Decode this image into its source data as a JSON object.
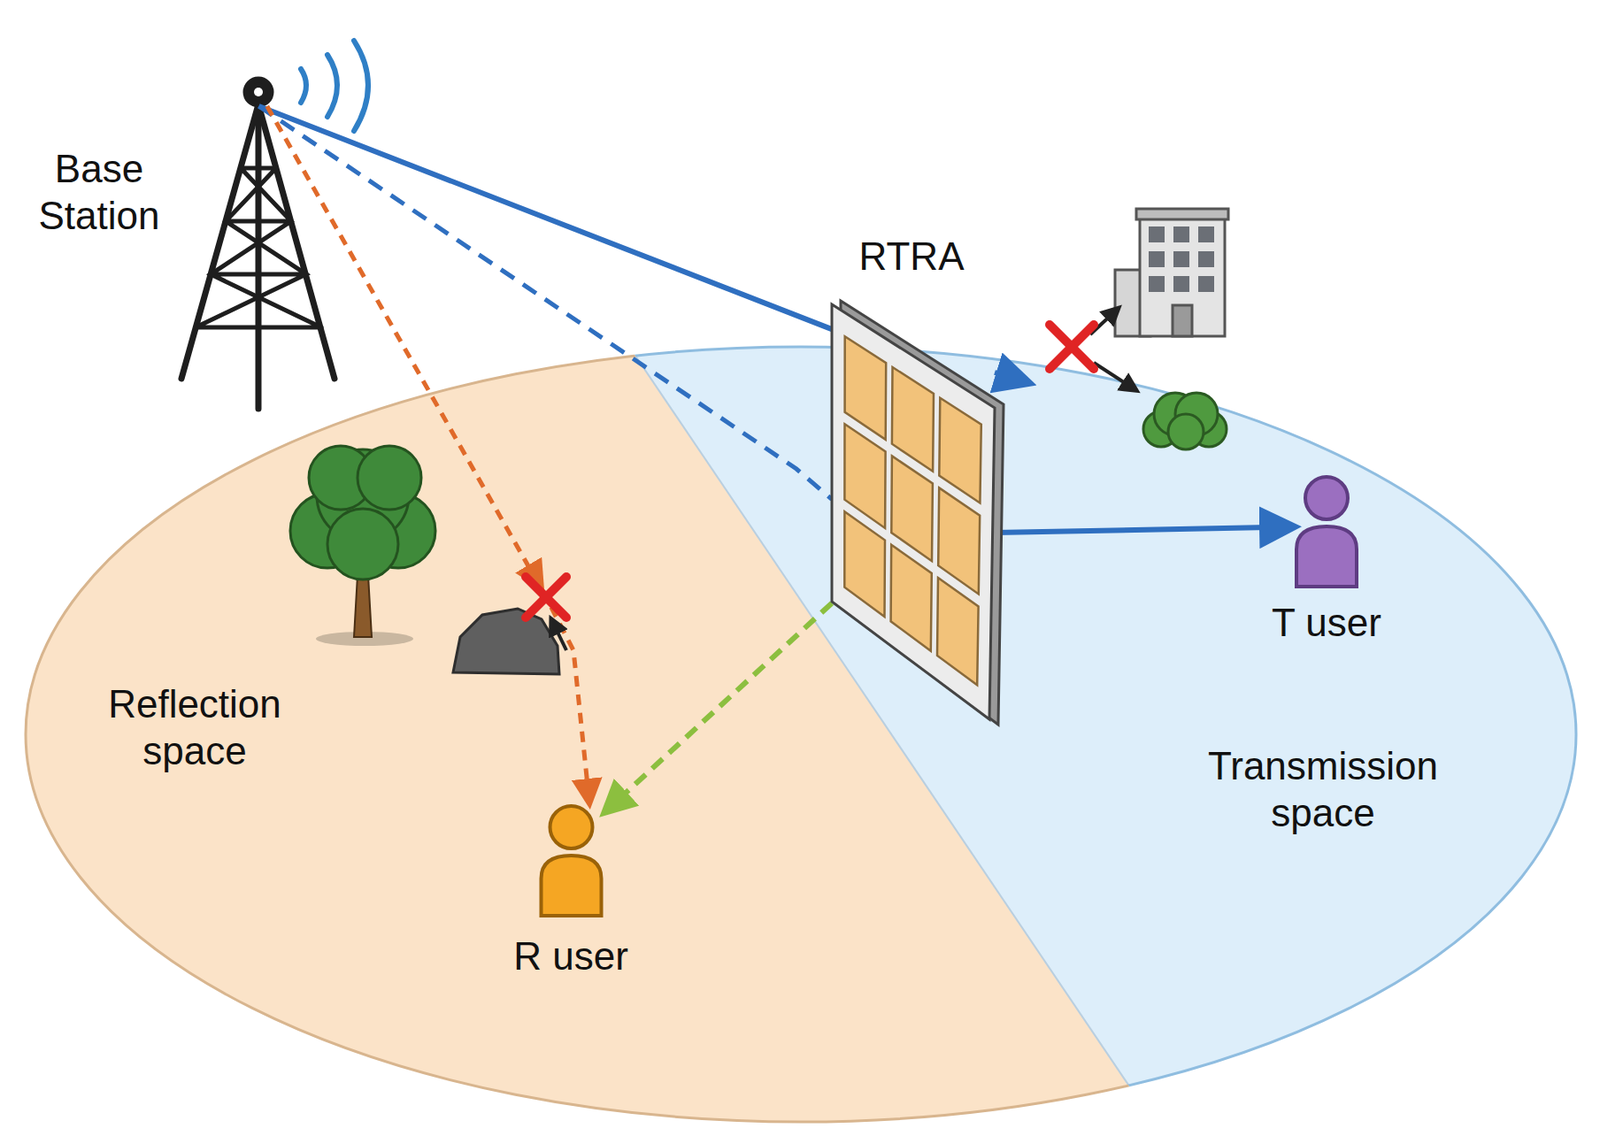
{
  "diagram": {
    "nodes": [
      {
        "text": [
          "Base Station"
        ]
      },
      {
        "text": [
          "RTRA"
        ]
      },
      {
        "text": [
          "T user"
        ]
      },
      {
        "text": [
          "R user"
        ]
      }
    ],
    "edges": [
      {
        "from": 0,
        "to": 1,
        "arrow": "none"
      },
      {
        "from": 0,
        "to": 1,
        "arrow": "none"
      },
      {
        "from": 1,
        "to": 2,
        "arrow": "to"
      },
      {
        "from": 1,
        "to": 3,
        "arrow": "to"
      },
      {
        "from": 0,
        "to": 3,
        "arrow": "to"
      }
    ],
    "labels": [
      "Reflection space",
      "Transmission space"
    ]
  }
}
